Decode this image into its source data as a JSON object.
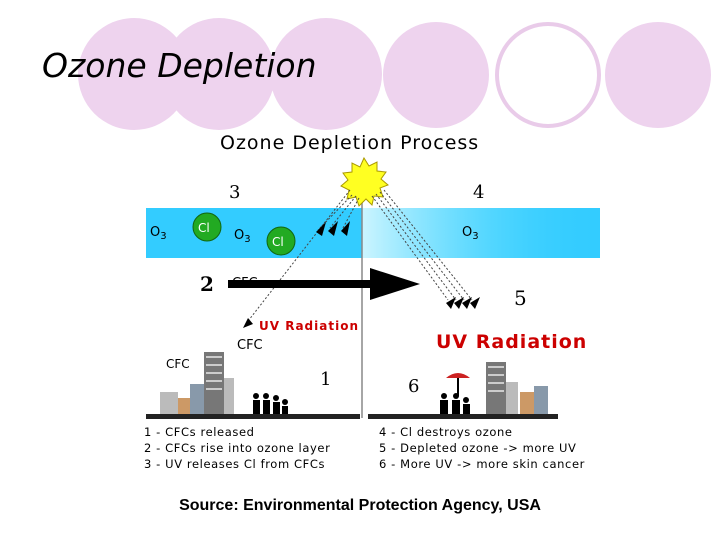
{
  "slide": {
    "title": "Ozone Depletion",
    "source": "Source: Environmental Protection Agency, USA"
  },
  "diagram": {
    "title": "Ozone Depletion Process",
    "step_numbers": [
      "3",
      "4",
      "2",
      "5",
      "1",
      "6"
    ],
    "molecules": {
      "o3": "O3",
      "o3_base": "O",
      "o3_sub": "3",
      "cl": "Cl"
    },
    "labels": {
      "cfc_upper": "CFC",
      "cfc_middle": "CFC",
      "cfc_ground": "CFC",
      "uv_small": "UV Radiation",
      "uv_large": "UV Radiation"
    },
    "legend_left": [
      "1 - CFCs released",
      "2 - CFCs rise into ozone layer",
      "3 - UV releases Cl from CFCs"
    ],
    "legend_right": [
      "4 - Cl destroys ozone",
      "5 - Depleted ozone -> more UV",
      "6 - More UV -> more skin cancer"
    ],
    "colors": {
      "ozone_layer": "#33ccff",
      "ozone_layer_depleted": "#ccf5ff",
      "chlorine": "#22aa22",
      "sun": "#ffff22",
      "uv_text": "#cc0000"
    }
  }
}
